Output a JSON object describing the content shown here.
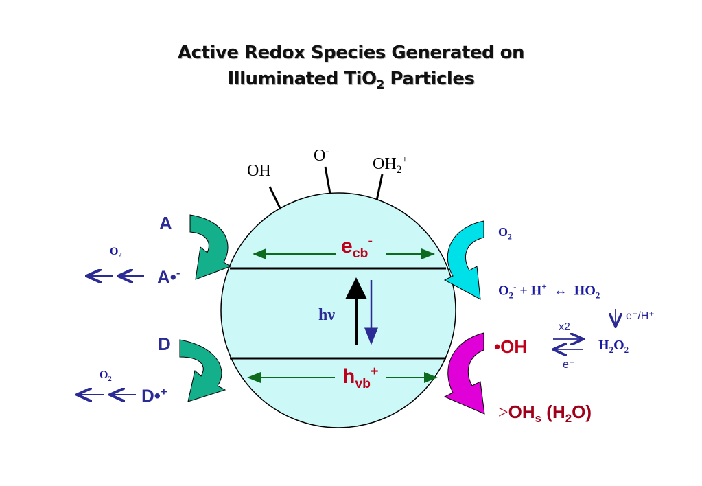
{
  "title": {
    "line1": "Active Redox Species Generated on",
    "line2_prefix": "Illuminated TiO",
    "line2_sub": "2",
    "line2_suffix": " Particles"
  },
  "surface": {
    "oh": "OH",
    "o_minus_base": "O",
    "o_minus_sup": "-",
    "oh2_base": "OH",
    "oh2_sub": "2",
    "oh2_sup": "+"
  },
  "particle": {
    "ecb_base": "e",
    "ecb_sub": "cb",
    "ecb_sup": "-",
    "hvb_base": "h",
    "hvb_sub": "vb",
    "hvb_sup": "+",
    "hv": "hν"
  },
  "left": {
    "a": "A",
    "a_radical_base": "A•",
    "a_radical_sup": "-",
    "o2_top_base": "O",
    "o2_top_sub": "2",
    "d": "D",
    "d_radical_base": "D•",
    "d_radical_sup": "+",
    "o2_bottom_base": "O",
    "o2_bottom_sub": "2"
  },
  "right": {
    "o2_base": "O",
    "o2_sub": "2",
    "superoxide": {
      "o2_base": "O",
      "o2_sub": "2",
      "o2_sup": "-",
      "plus_h": " + H",
      "h_sup": "+",
      "equilibrium": "↔",
      "ho2_base": "HO",
      "ho2_sub": "2"
    },
    "e_h": "e⁻/H⁺",
    "oh_radical": "•OH",
    "x2": "x2",
    "e_minus": "e⁻",
    "h2o2": {
      "h_base": "H",
      "h_sub": "2",
      "o_base": "O",
      "o_sub": "2"
    },
    "surface_oh": {
      "gt": ">",
      "oh_base": "OH",
      "oh_sub": "s",
      "paren_open": " (H",
      "h2o_sub": "2",
      "paren_close": "O)"
    }
  },
  "colors": {
    "particle_fill": "#ccf8f8",
    "band_arrows": "#0d6b1f",
    "down_arrow": "#2b2b95",
    "teal_arrow": "#14b08c",
    "cyan_arrow": "#00e0e8",
    "magenta_arrow": "#e000d8",
    "blue_text": "#1a1aa0",
    "red_text": "#c0001a"
  }
}
